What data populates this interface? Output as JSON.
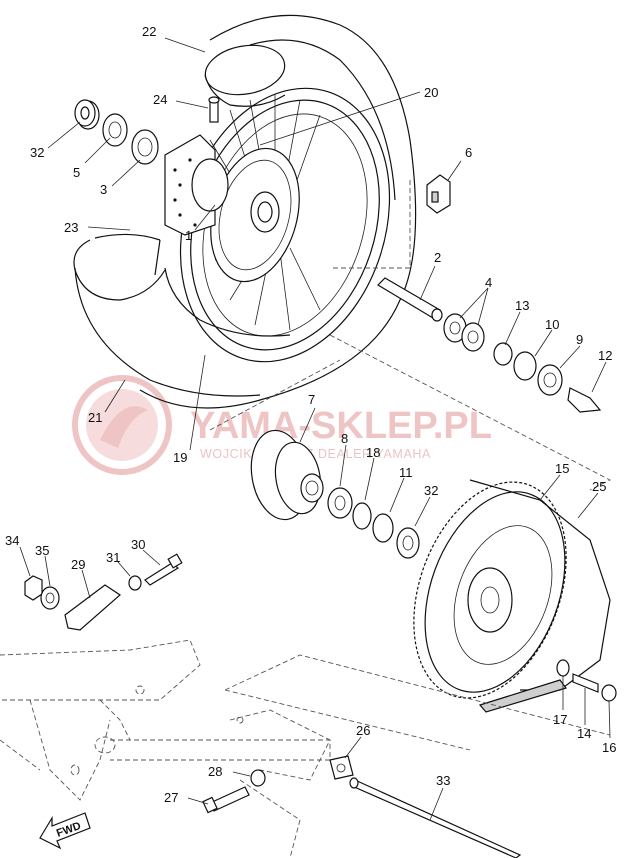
{
  "watermark": {
    "brand": "YAMA-SKLEP.PL",
    "tagline": "WOJCIK-CIEWICZ DEALER YAMAHA"
  },
  "direction_label": "FWD",
  "parts": [
    {
      "id": "rear-tire",
      "number": "22"
    },
    {
      "id": "valve",
      "number": "24"
    },
    {
      "id": "spoke-set",
      "number": "20"
    },
    {
      "id": "collar",
      "number": "32"
    },
    {
      "id": "oil-seal",
      "number": "5"
    },
    {
      "id": "bearing",
      "number": "3"
    },
    {
      "id": "brake-disc",
      "number": "6"
    },
    {
      "id": "rim-band",
      "number": "23"
    },
    {
      "id": "cast-wheel",
      "number": "1"
    },
    {
      "id": "wheel-axle",
      "number": "2"
    },
    {
      "id": "bearing-set",
      "number": "4"
    },
    {
      "id": "spacer",
      "number": "13"
    },
    {
      "id": "circlip",
      "number": "10"
    },
    {
      "id": "oil-seal-2",
      "number": "9"
    },
    {
      "id": "collar-2",
      "number": "12"
    },
    {
      "id": "tube",
      "number": "21"
    },
    {
      "id": "rim",
      "number": "19"
    },
    {
      "id": "clutch-hub",
      "number": "7"
    },
    {
      "id": "bearing-2",
      "number": "8"
    },
    {
      "id": "circlip-2",
      "number": "18"
    },
    {
      "id": "oil-seal-3",
      "number": "11"
    },
    {
      "id": "collar-3",
      "number": "32"
    },
    {
      "id": "sprocket",
      "number": "15"
    },
    {
      "id": "belt",
      "number": "25"
    },
    {
      "id": "nut",
      "number": "34"
    },
    {
      "id": "washer",
      "number": "35"
    },
    {
      "id": "brake-arm",
      "number": "29"
    },
    {
      "id": "washer-2",
      "number": "31"
    },
    {
      "id": "bolt",
      "number": "30"
    },
    {
      "id": "washer-3",
      "number": "17"
    },
    {
      "id": "stud-bolt",
      "number": "14"
    },
    {
      "id": "nut-2",
      "number": "16"
    },
    {
      "id": "adjuster-plate",
      "number": "26"
    },
    {
      "id": "washer-4",
      "number": "28"
    },
    {
      "id": "bolt-2",
      "number": "27"
    },
    {
      "id": "swingarm-axle",
      "number": "33"
    }
  ]
}
